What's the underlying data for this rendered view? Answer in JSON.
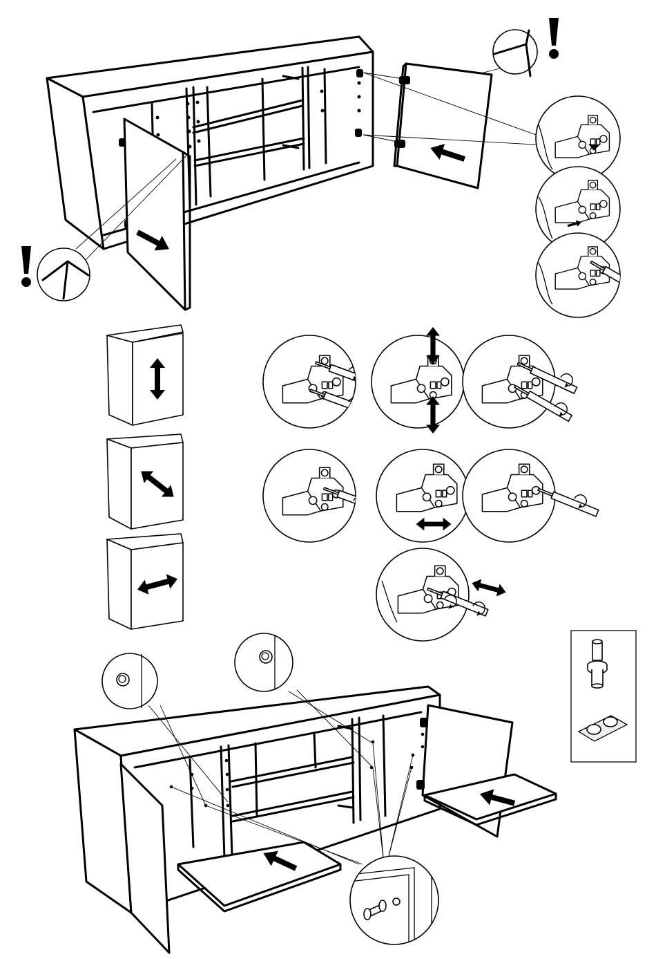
{
  "colors": {
    "line": "#000000",
    "background": "#ffffff",
    "paper": "#ffffff"
  },
  "marks": {
    "warning": "!"
  },
  "icons": [
    "warning-exclamation-icon",
    "arrow-icon",
    "double-arrow-icon",
    "screwdriver-icon",
    "rotation-arrow-icon",
    "hinge-icon",
    "shelf-pin-icon",
    "adhesive-bumper-icon"
  ],
  "steps": [
    {
      "name": "door-hinge-mounting",
      "views": [
        "cabinet-left-door",
        "cabinet-right-door",
        "hinge-detail-1",
        "hinge-detail-2",
        "hinge-detail-3",
        "corner-detail-left",
        "corner-detail-right"
      ]
    },
    {
      "name": "door-adjustment",
      "adjustments": [
        "vertical",
        "diagonal",
        "horizontal"
      ]
    },
    {
      "name": "shelf-installation",
      "views": [
        "sideboard-shelves",
        "pin-detail-left",
        "pin-detail-center",
        "pin-detail-bottom"
      ]
    }
  ],
  "hardware": [
    "shelf-pin",
    "adhesive-bumper"
  ]
}
